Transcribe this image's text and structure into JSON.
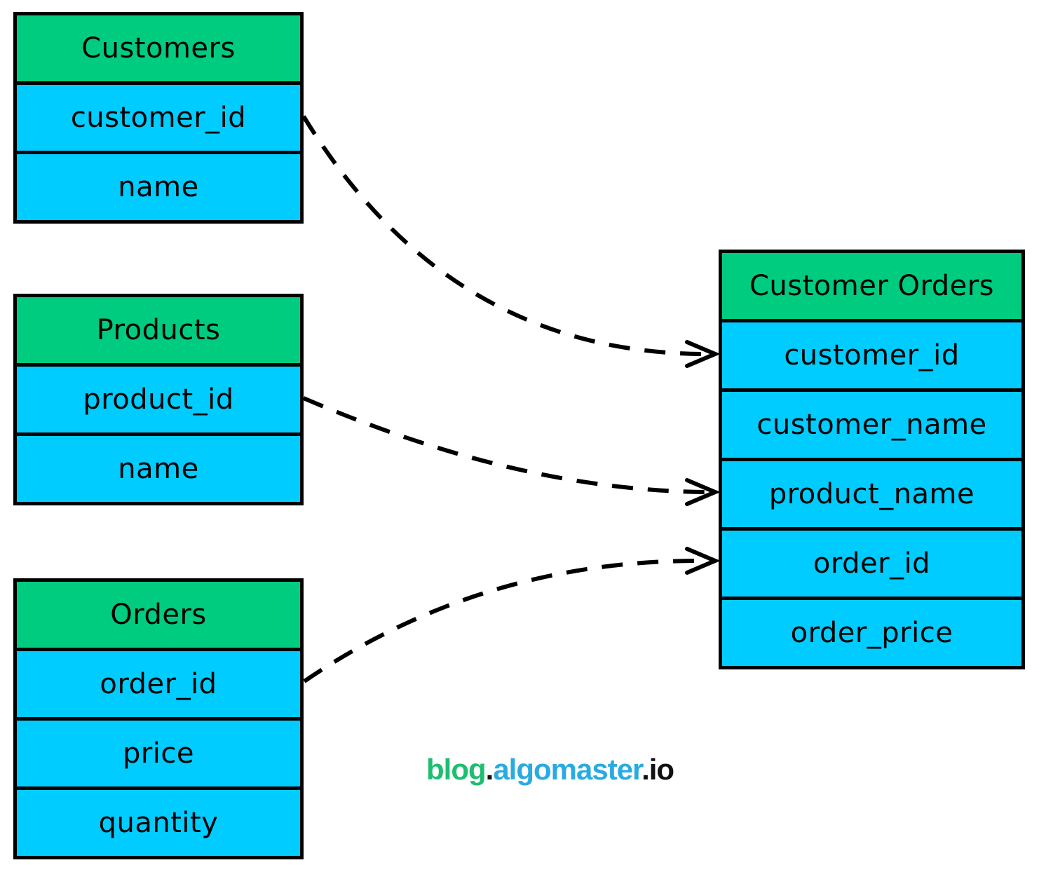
{
  "tables": {
    "customers": {
      "title": "Customers",
      "fields": [
        "customer_id",
        "name"
      ]
    },
    "products": {
      "title": "Products",
      "fields": [
        "product_id",
        "name"
      ]
    },
    "orders": {
      "title": "Orders",
      "fields": [
        "order_id",
        "price",
        "quantity"
      ]
    },
    "customer_orders": {
      "title": "Customer Orders",
      "fields": [
        "customer_id",
        "customer_name",
        "product_name",
        "order_id",
        "order_price"
      ]
    }
  },
  "relationships": [
    {
      "from": "Customers.customer_id",
      "to": "Customer Orders.customer_id"
    },
    {
      "from": "Products.product_id",
      "to": "Customer Orders.product_name"
    },
    {
      "from": "Orders.order_id",
      "to": "Customer Orders.order_id"
    }
  ],
  "colors": {
    "table_header_green": "#00CC80",
    "table_row_cyan": "#00CCFF",
    "table_border": "#000000",
    "arrow": "#000000",
    "watermark_green": "#1EBE70",
    "watermark_blue": "#29ABE2",
    "watermark_dark": "#111111"
  },
  "watermark": {
    "segments": [
      {
        "text": "blog"
      },
      {
        "text": "."
      },
      {
        "text": "algomaster"
      },
      {
        "text": "."
      },
      {
        "text": "io"
      }
    ]
  }
}
